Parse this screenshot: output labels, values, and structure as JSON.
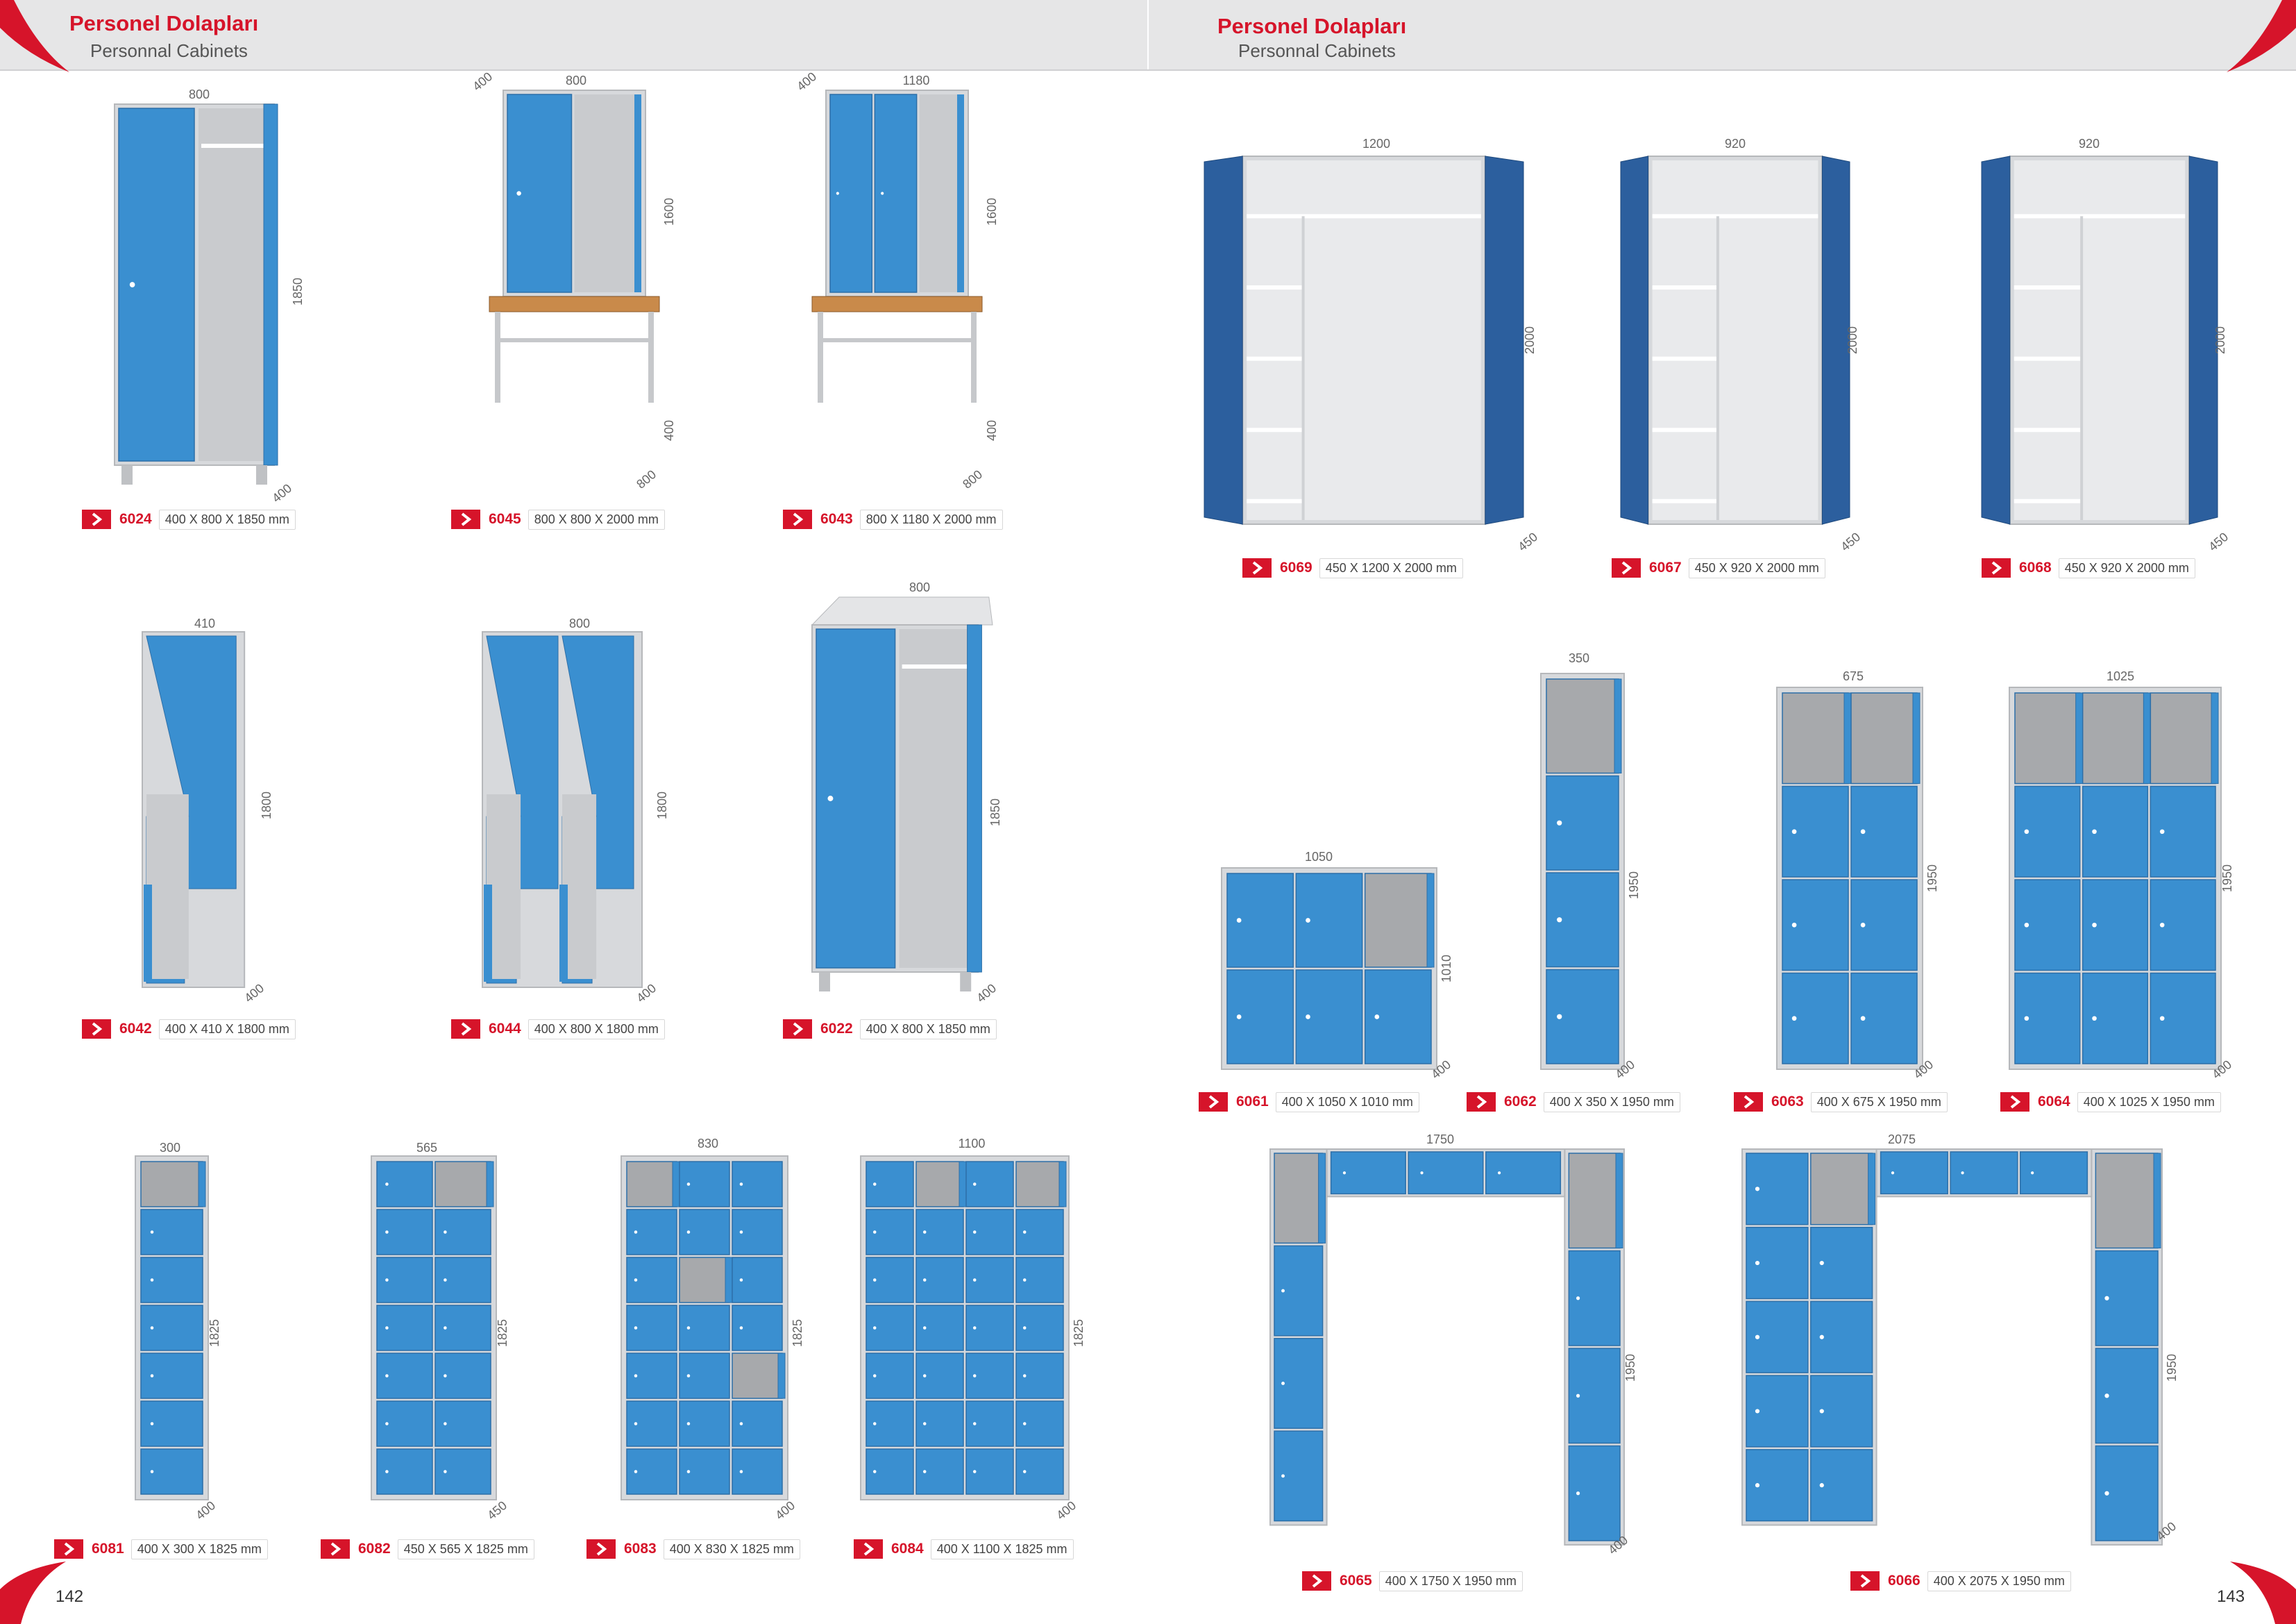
{
  "pages": [
    {
      "title": "Personel Dolapları",
      "subtitle": "Personnal Cabinets",
      "page_number": "142"
    },
    {
      "title": "Personel Dolapları",
      "subtitle": "Personnal Cabinets",
      "page_number": "143"
    }
  ],
  "colors": {
    "accent": "#d6142a",
    "door": "#3a8fd0",
    "door_dark": "#2c5f9e",
    "body": "#d7d9dc",
    "bench": "#c98a4a"
  },
  "icons": {
    "label_marker": "chevron-right-icon"
  },
  "products": [
    {
      "code": "6024",
      "size": "400 X 800 X 1850 mm",
      "dims": [
        "800",
        "1850",
        "400"
      ]
    },
    {
      "code": "6045",
      "size": "800 X 800 X 2000 mm",
      "dims": [
        "400",
        "800",
        "1600",
        "400",
        "800"
      ]
    },
    {
      "code": "6043",
      "size": "800 X 1180 X 2000 mm",
      "dims": [
        "400",
        "1180",
        "1600",
        "400",
        "800"
      ]
    },
    {
      "code": "6042",
      "size": "400 X 410 X 1800 mm",
      "dims": [
        "410",
        "1800",
        "400"
      ]
    },
    {
      "code": "6044",
      "size": "400 X 800 X 1800 mm",
      "dims": [
        "800",
        "1800",
        "400"
      ]
    },
    {
      "code": "6022",
      "size": "400 X 800 X 1850 mm",
      "dims": [
        "800",
        "1850",
        "400"
      ]
    },
    {
      "code": "6081",
      "size": "400 X 300 X 1825 mm",
      "dims": [
        "300",
        "1825",
        "400"
      ]
    },
    {
      "code": "6082",
      "size": "450 X 565 X 1825 mm",
      "dims": [
        "565",
        "1825",
        "450"
      ]
    },
    {
      "code": "6083",
      "size": "400 X 830 X 1825 mm",
      "dims": [
        "830",
        "1825",
        "400"
      ]
    },
    {
      "code": "6084",
      "size": "400 X 1100 X 1825 mm",
      "dims": [
        "1100",
        "1825",
        "400"
      ]
    },
    {
      "code": "6069",
      "size": "450 X 1200 X 2000 mm",
      "dims": [
        "1200",
        "2000",
        "450"
      ]
    },
    {
      "code": "6067",
      "size": "450 X 920 X 2000 mm",
      "dims": [
        "920",
        "2000",
        "450"
      ]
    },
    {
      "code": "6068",
      "size": "450 X 920 X 2000 mm",
      "dims": [
        "920",
        "2000",
        "450"
      ]
    },
    {
      "code": "6061",
      "size": "400 X 1050 X 1010 mm",
      "dims": [
        "1050",
        "1010",
        "400"
      ]
    },
    {
      "code": "6062",
      "size": "400 X 350 X 1950 mm",
      "dims": [
        "350",
        "1950",
        "400"
      ]
    },
    {
      "code": "6063",
      "size": "400 X 675 X 1950 mm",
      "dims": [
        "675",
        "1950",
        "400"
      ]
    },
    {
      "code": "6064",
      "size": "400 X 1025 X 1950 mm",
      "dims": [
        "1025",
        "1950",
        "400"
      ]
    },
    {
      "code": "6065",
      "size": "400 X 1750 X 1950 mm",
      "dims": [
        "1750",
        "1950",
        "400"
      ]
    },
    {
      "code": "6066",
      "size": "400 X 2075 X 1950 mm",
      "dims": [
        "2075",
        "1950",
        "400"
      ]
    }
  ]
}
